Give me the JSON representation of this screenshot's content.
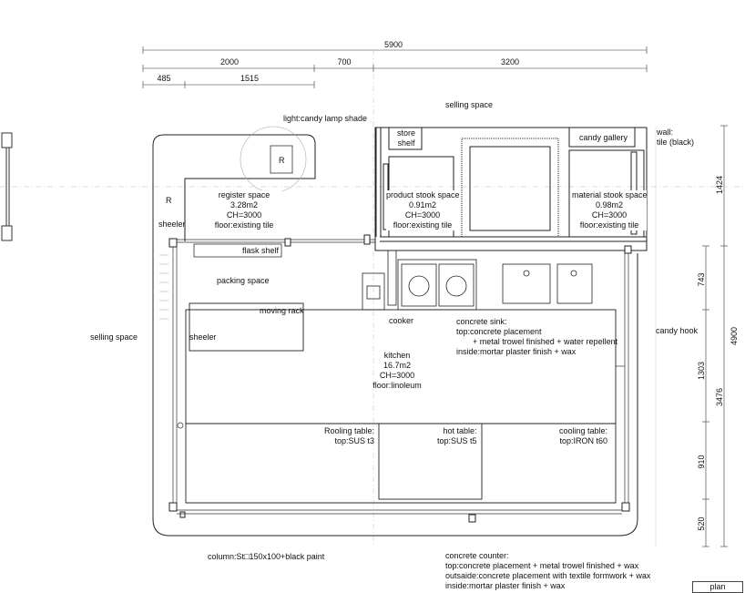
{
  "dimensions": {
    "top_total": "5900",
    "top_a": "2000",
    "top_b": "700",
    "top_c": "3200",
    "top_d": "485",
    "top_e": "1515",
    "right_a": "1424",
    "right_b": "743",
    "right_c": "4900",
    "right_d": "1303",
    "right_e": "3476",
    "right_f": "910",
    "right_g": "520"
  },
  "labels": {
    "selling_space_top": "selling space",
    "selling_space_left": "selling space",
    "light": "light:candy lamp shade",
    "r1": "R",
    "r2": "R",
    "store_shelf_1": "store",
    "store_shelf_2": "shelf",
    "candy_gallery": "candy gallery",
    "wall_1": "wall:",
    "wall_2": "tile (black)",
    "register": [
      "register space",
      "3.28m2",
      "CH=3000",
      "floor:existing tile"
    ],
    "product_stook": [
      "product stook space",
      "0.91m2",
      "CH=3000",
      "floor:existing tile"
    ],
    "material_stook": [
      "material stook space",
      "0.98m2",
      "CH=3000",
      "floor:existing tile"
    ],
    "sheeler_1": "sheeler",
    "sheeler_2": "sheeler",
    "flask_shelf": "flask shelf",
    "packing_space": "packing space",
    "moving_rack": "moving rack",
    "cooker": "cooker",
    "concrete_sink": [
      "concrete sink:",
      "top:concrete placement",
      "+ metal trowel finished + water repellent",
      "inside:mortar plaster finish + wax"
    ],
    "candy_hook": "candy hook",
    "kitchen": [
      "kitchen",
      "16.7m2",
      "CH=3000",
      "floor:linoleum"
    ],
    "rooling_table": [
      "Rooling table:",
      "top:SUS t3"
    ],
    "hot_table": [
      "hot table:",
      "top:SUS t5"
    ],
    "cooling_table": [
      "cooling table:",
      "top:IRON t60"
    ],
    "column": "column:St□150x100+black paint",
    "concrete_counter": [
      "concrete counter:",
      "top:concrete placement + metal trowel finished + wax",
      "outsaide:concrete placement with textile formwork + wax",
      "inside:mortar plaster finish + wax"
    ],
    "plan": "plan"
  }
}
